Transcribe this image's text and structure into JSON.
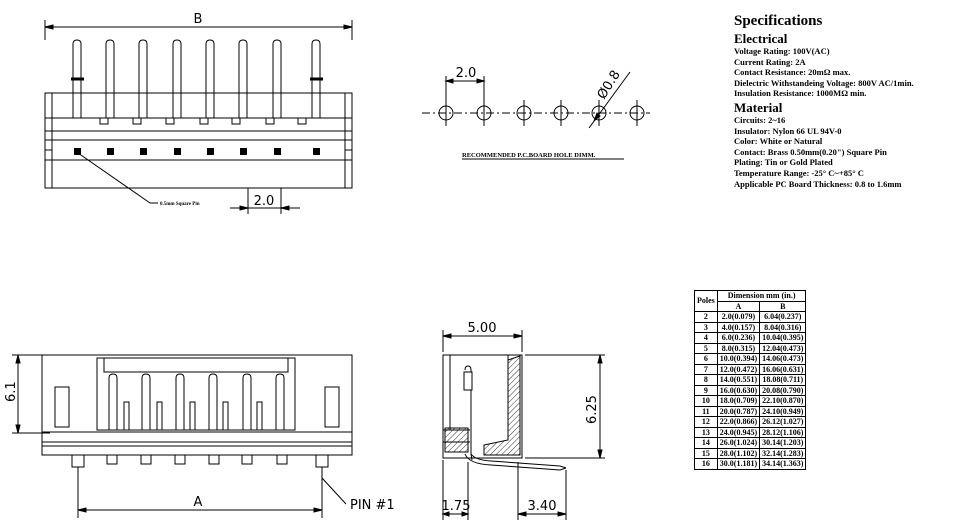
{
  "top_view": {
    "dim_b": "B",
    "dim_pitch": "2.0",
    "pin_note": "0.5mm Square Pin"
  },
  "hole_pattern": {
    "dim_pitch": "2.0",
    "dim_hole": "Ø0.8",
    "caption": "RECOMMENDED P.C.BOARD HOLE DIMM."
  },
  "front_view": {
    "dim_height": "6.1",
    "dim_a": "A",
    "pin_label": "PIN #1"
  },
  "side_view": {
    "dim_width": "5.00",
    "dim_height": "6.25",
    "dim_left": "1.75",
    "dim_right": "3.40"
  },
  "specs": {
    "title": "Specifications",
    "electrical_heading": "Electrical",
    "electrical": [
      "Voltage Rating: 100V(AC)",
      "Current Rating: 2A",
      "Contact Resistance: 20mΩ max.",
      "Dielectric Withstandeing Voltage: 800V AC/1min.",
      "Insulation Resistance: 1000MΩ min."
    ],
    "material_heading": "Material",
    "material": [
      "Circuits: 2~16",
      "Insulator: Nylon 66 UL 94V-0",
      "Color: White or Natural",
      "Contact: Brass 0.50mm(0.20\") Square Pin",
      "Plating: Tin or Gold Plated",
      "Temperature Range: -25° C~+85° C",
      "Applicable PC Board Thickness: 0.8 to 1.6mm"
    ]
  },
  "dimension_table": {
    "poles_header": "Poles",
    "group_header": "Dimension mm (in.)",
    "col_a": "A",
    "col_b": "B",
    "rows": [
      [
        "2",
        "2.0(0.079)",
        "6.04(0.237)"
      ],
      [
        "3",
        "4.0(0.157)",
        "8.04(0.316)"
      ],
      [
        "4",
        "6.0(0.236)",
        "10.04(0.395)"
      ],
      [
        "5",
        "8.0(0.315)",
        "12.04(0.473)"
      ],
      [
        "6",
        "10.0(0.394)",
        "14.06(0.473)"
      ],
      [
        "7",
        "12.0(0.472)",
        "16.06(0.631)"
      ],
      [
        "8",
        "14.0(0.551)",
        "18.08(0.711)"
      ],
      [
        "9",
        "16.0(0.630)",
        "20.08(0.790)"
      ],
      [
        "10",
        "18.0(0.709)",
        "22.10(0.870)"
      ],
      [
        "11",
        "20.0(0.787)",
        "24.10(0.949)"
      ],
      [
        "12",
        "22.0(0.866)",
        "26.12(1.027)"
      ],
      [
        "13",
        "24.0(0.945)",
        "28.12(1.106)"
      ],
      [
        "14",
        "26.0(1.024)",
        "30.14(1.203)"
      ],
      [
        "15",
        "28.0(1.102)",
        "32.14(1.283)"
      ],
      [
        "16",
        "30.0(1.181)",
        "34.14(1.363)"
      ]
    ]
  }
}
